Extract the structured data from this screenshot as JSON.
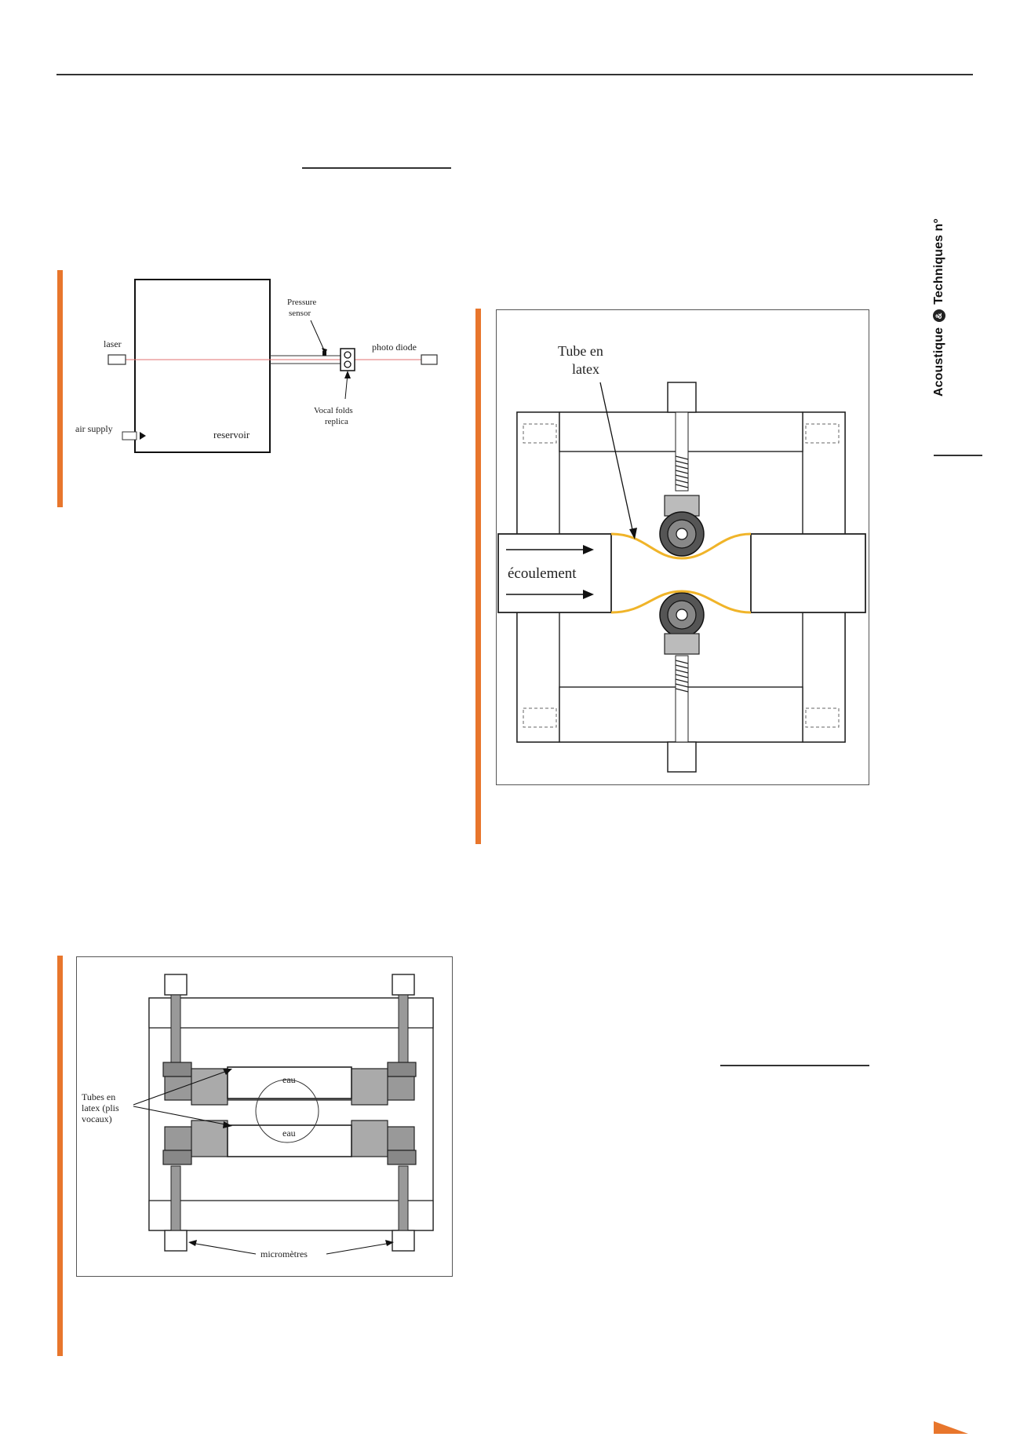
{
  "sidebar": {
    "journal_part1": "Acoustique",
    "journal_amp": "&",
    "journal_part2": "Techniques n°"
  },
  "figure1": {
    "labels": {
      "laser": "laser",
      "air_supply": "air supply",
      "reservoir": "reservoir",
      "pressure_sensor_line1": "Pressure",
      "pressure_sensor_line2": "sensor",
      "photo_diode": "photo diode",
      "vocal_folds_line1": "Vocal folds",
      "vocal_folds_line2": "replica"
    }
  },
  "figure2": {
    "labels": {
      "tubes_line1": "Tubes en",
      "tubes_line2": "latex (plis",
      "tubes_line3": "vocaux)",
      "eau_top": "eau",
      "eau_bottom": "eau",
      "micrometres": "micromètres"
    }
  },
  "figure3": {
    "labels": {
      "tube_line1": "Tube en",
      "tube_line2": "latex",
      "flow": "écoulement"
    }
  },
  "colors": {
    "accent_bar": "#e8762c",
    "latex_yellow": "#f0b429",
    "laser_red": "#e07070"
  }
}
